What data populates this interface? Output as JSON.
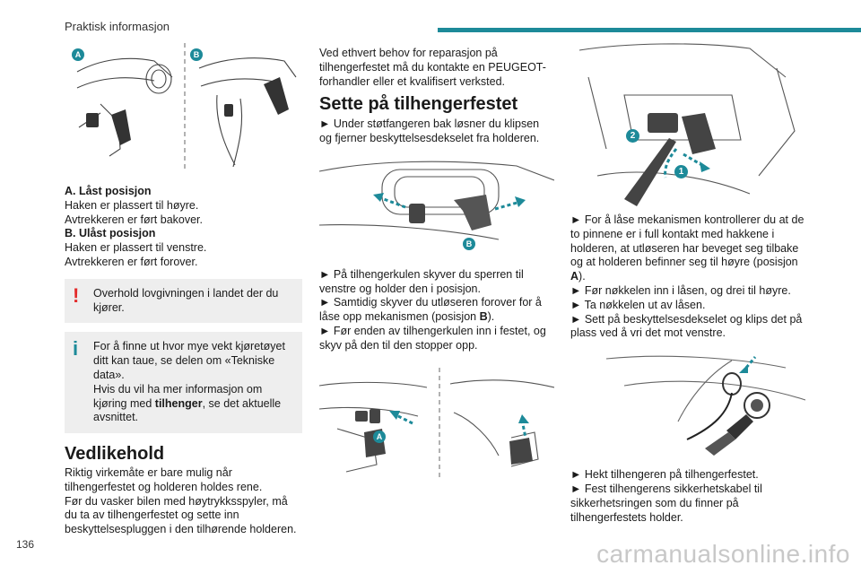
{
  "header": {
    "section_title": "Praktisk informasjon"
  },
  "footer": {
    "page_number": "136",
    "watermark": "carmanualsonline.info"
  },
  "colors": {
    "accent": "#1d8a99",
    "warning": "#e32b2b",
    "info": "#1d8a99",
    "box_bg": "#eeeeee"
  },
  "col1": {
    "fig_tags": [
      "A",
      "B"
    ],
    "a_title": "A. Låst posisjon",
    "a_line1": "Haken er plassert til høyre.",
    "a_line2": "Avtrekkeren er ført bakover.",
    "b_title": "B. Ulåst posisjon",
    "b_line1": "Haken er plassert til venstre.",
    "b_line2": "Avtrekkeren er ført forover.",
    "warning_icon": "!",
    "warning_text": "Overhold lovgivningen i landet der du kjører.",
    "info_icon": "i",
    "info_text1": "For å finne ut hvor mye vekt kjøretøyet ditt kan taue, se delen om «Tekniske data».",
    "info_text2a": "Hvis du vil ha mer informasjon om kjøring med ",
    "info_text2b": "tilhenger",
    "info_text2c": ", se det aktuelle avsnittet.",
    "heading": "Vedlikehold",
    "body1": "Riktig virkemåte er bare mulig når tilhengerfestet og holderen holdes rene.",
    "body2": "Før du vasker bilen med høytrykksspyler, må du ta av tilhengerfestet og sette inn beskyttelsespluggen i den tilhørende holderen."
  },
  "col2": {
    "intro": "Ved ethvert behov for reparasjon på tilhengerfestet må du kontakte en PEUGEOT-forhandler eller et kvalifisert verksted.",
    "heading": "Sette på tilhengerfestet",
    "step1": "► Under støtfangeren bak løsner du klipsen og fjerner beskyttelsesdekselet fra holderen.",
    "fig1_tag": "B",
    "step2": "► På tilhengerkulen skyver du sperren til venstre og holder den i posisjon.",
    "step3a": "► Samtidig skyver du utløseren forover for å låse opp mekanismen (posisjon ",
    "step3b": "B",
    "step3c": ").",
    "step4": "► Før enden av tilhengerkulen inn i festet, og skyv på den til den stopper opp.",
    "fig2_tag": "A"
  },
  "col3": {
    "fig_numbers": [
      "2",
      "1"
    ],
    "step1a": "► For å låse mekanismen kontrollerer du at de to pinnene er i full kontakt med hakkene i holderen, at utløseren har beveget seg tilbake og at holderen befinner seg til høyre (posisjon ",
    "step1b": "A",
    "step1c": ").",
    "step2": "► Før nøkkelen inn i låsen, og drei til høyre.",
    "step3": "► Ta nøkkelen ut av låsen.",
    "step4": "► Sett på beskyttelsesdekselet og klips det på plass ved å vri det mot venstre.",
    "step5": "► Hekt tilhengeren på tilhengerfestet.",
    "step6": "► Fest tilhengerens sikkerhetskabel til sikkerhetsringen som du finner på tilhengerfestets holder."
  }
}
